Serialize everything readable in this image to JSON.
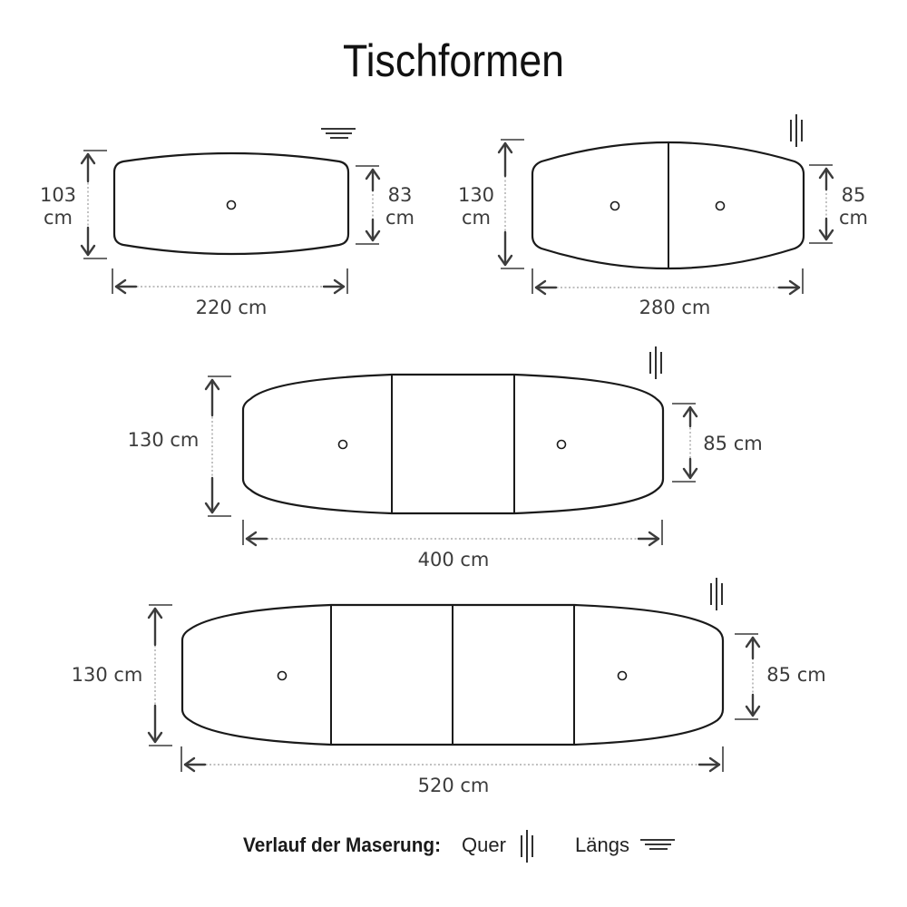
{
  "title": "Tischformen",
  "tables": [
    {
      "id": "table-220",
      "width_label": "220 cm",
      "end_height_label": "103 cm",
      "mid_height_label": "83 cm",
      "segments": 1,
      "grain": "laengs"
    },
    {
      "id": "table-280",
      "width_label": "280 cm",
      "end_height_label": "130 cm",
      "mid_height_label": "85 cm",
      "segments": 2,
      "grain": "quer"
    },
    {
      "id": "table-400",
      "width_label": "400 cm",
      "end_height_label": "130 cm",
      "mid_height_label": "85 cm",
      "segments": 3,
      "grain": "quer"
    },
    {
      "id": "table-520",
      "width_label": "520 cm",
      "end_height_label": "130 cm",
      "mid_height_label": "85 cm",
      "segments": 4,
      "grain": "quer"
    }
  ],
  "legend": {
    "label": "Verlauf der Maserung:",
    "quer": "Quer",
    "laengs": "Längs"
  },
  "colors": {
    "outline": "#1a1a1a",
    "dimension": "#3c3c3c",
    "background": "#ffffff"
  }
}
